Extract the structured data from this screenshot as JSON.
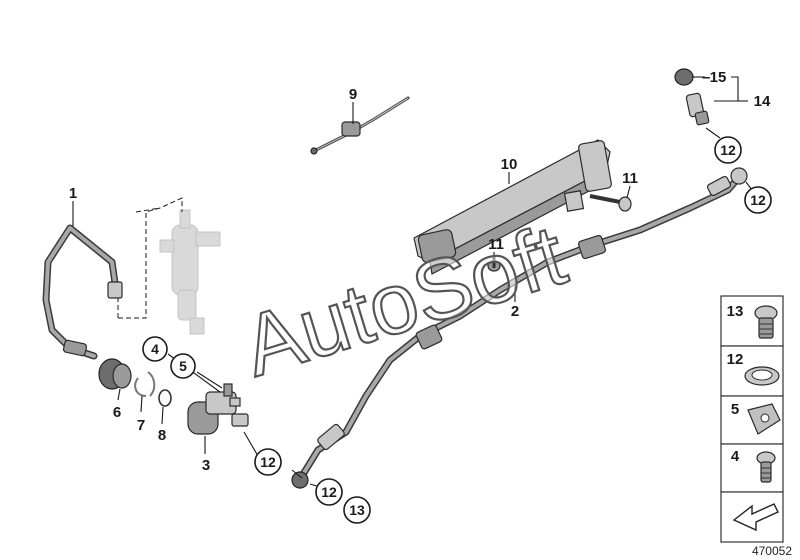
{
  "watermark": "AutoSoft",
  "reference_number": "470052",
  "callouts": {
    "c1": "1",
    "c2": "2",
    "c3": "3",
    "c4": "4",
    "c5": "5",
    "c6": "6",
    "c7": "7",
    "c8": "8",
    "c9": "9",
    "c10": "10",
    "c11a": "11",
    "c11b": "11",
    "c12a": "12",
    "c12b": "12",
    "c12c": "12",
    "c12d": "12",
    "c13": "13",
    "c14": "14",
    "c15": "15"
  },
  "legend": {
    "r13": "13",
    "r12": "12",
    "r5": "5",
    "r4": "4"
  },
  "colors": {
    "line": "#1a1a1a",
    "part_fill": "#9a9a9a",
    "ghost": "#d9d9d9"
  }
}
